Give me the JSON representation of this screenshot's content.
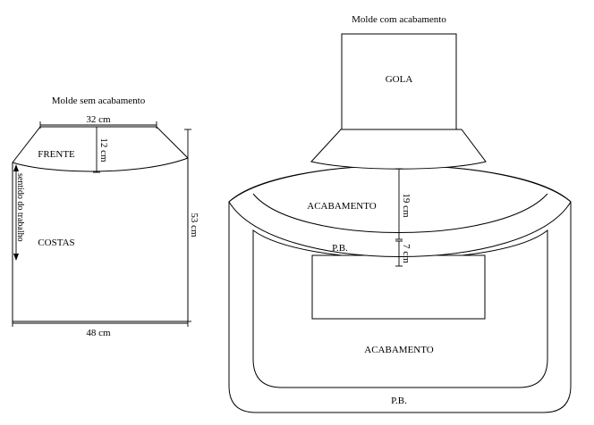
{
  "left_pattern": {
    "title": "Molde sem acabamento",
    "label_front": "FRENTE",
    "label_back": "COSTAS",
    "grain_label": "sentido do trabalho",
    "dim_top": "32 cm",
    "dim_neck": "12 cm",
    "dim_bottom": "48 cm",
    "dim_height": "53 cm"
  },
  "right_pattern": {
    "title": "Molde com acabamento",
    "label_collar": "GOLA",
    "label_finish_upper": "ACABAMENTO",
    "label_pb_upper": "P.B.",
    "label_finish_lower": "ACABAMENTO",
    "label_pb_lower": "P.B.",
    "dim_finish": "19 cm",
    "dim_pb": "7 cm"
  }
}
